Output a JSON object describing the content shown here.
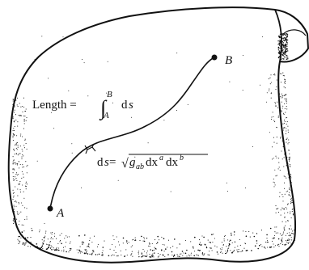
{
  "points": {
    "a": "A",
    "b": "B"
  },
  "length_formula": {
    "lead": "Length =",
    "integral_sign": "∫",
    "upper_limit": "B",
    "lower_limit": "A",
    "d": "d",
    "var": "s"
  },
  "line_element_formula": {
    "d": "d",
    "var": "s",
    "eq": " =",
    "radical": "√",
    "g": "g",
    "g_sub": "ab",
    "dx1": "dx",
    "dx1_sup": "a",
    "dx2": "dx",
    "dx2_sup": "b"
  },
  "colors": {
    "ink": "#111111",
    "background": "#ffffff"
  }
}
